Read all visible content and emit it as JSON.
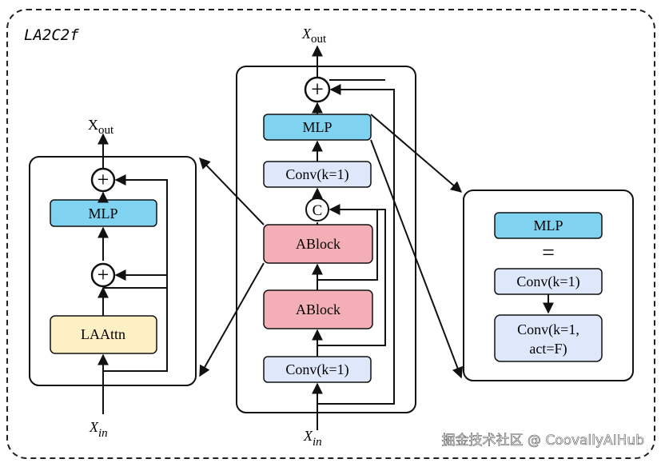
{
  "title": "LA2C2f",
  "colors": {
    "mlp": "#7fd3f1",
    "conv": "#dfe8fb",
    "ablock": "#f3aeb6",
    "laattn": "#fcf0c4",
    "line": "#111111"
  },
  "left_block": {
    "out_label": "X",
    "out_sub": "out",
    "in_label": "X",
    "in_sub": "in",
    "mlp": "MLP",
    "attn": "LAAttn",
    "plus": "+"
  },
  "center_block": {
    "out_label": "X",
    "out_sub": "out",
    "in_label": "X",
    "in_sub": "in",
    "mlp": "MLP",
    "conv_top": "Conv(k=1)",
    "concat": "C",
    "ablock_top": "ABlock",
    "ablock_bottom": "ABlock",
    "conv_bottom": "Conv(k=1)",
    "plus": "+"
  },
  "right_block": {
    "mlp": "MLP",
    "equals": "=",
    "conv1": "Conv(k=1)",
    "conv2_line1": "Conv(k=1,",
    "conv2_line2": "act=F)"
  },
  "watermark": "掘金技术社区 @ CoovallyAIHub"
}
